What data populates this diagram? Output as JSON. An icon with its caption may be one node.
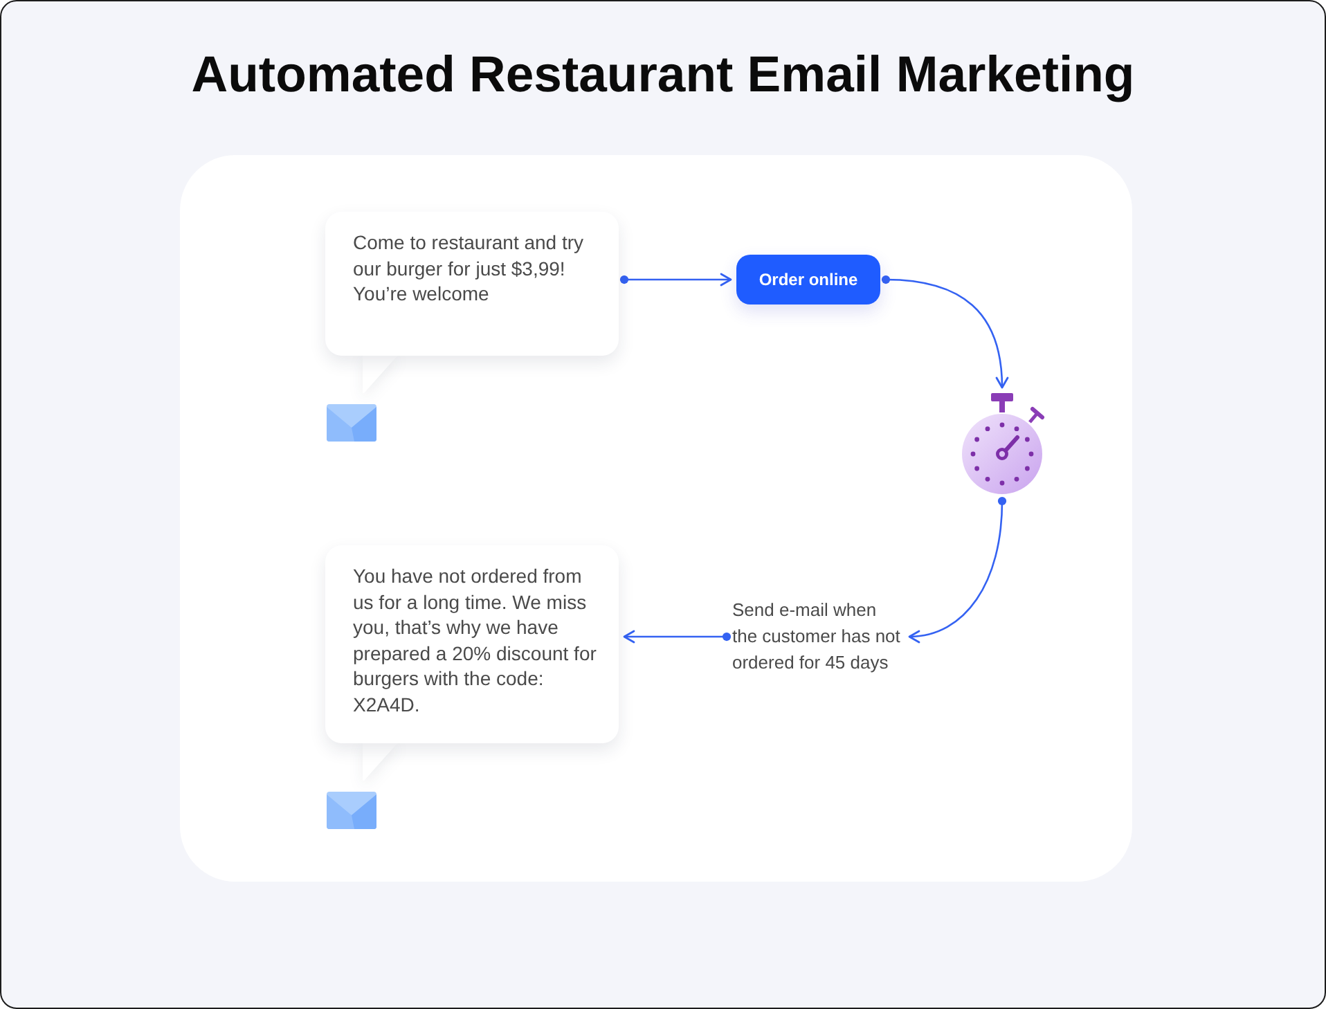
{
  "diagram": {
    "title": "Automated Restaurant Email Marketing",
    "nodes": [
      {
        "text": [
          "Come to restaurant and try our burger for just $3,99! You’re welcome"
        ]
      },
      {
        "text": [
          "Order online"
        ]
      },
      {
        "text": [],
        "shape": "picture"
      },
      {
        "text": [
          "Send e-mail when the customer has not ordered for 45 days"
        ]
      },
      {
        "text": [
          "You have not ordered from us for a long time. We miss you, that’s why we have prepared a 20% discount for burgers with the code: X2A4D."
        ]
      }
    ],
    "edges": [
      {
        "from": 0,
        "to": 1,
        "arrow": "to"
      },
      {
        "from": 1,
        "to": 2,
        "arrow": "to"
      },
      {
        "from": 2,
        "to": 3,
        "arrow": "to"
      },
      {
        "from": 3,
        "to": 4,
        "arrow": "to"
      }
    ]
  }
}
